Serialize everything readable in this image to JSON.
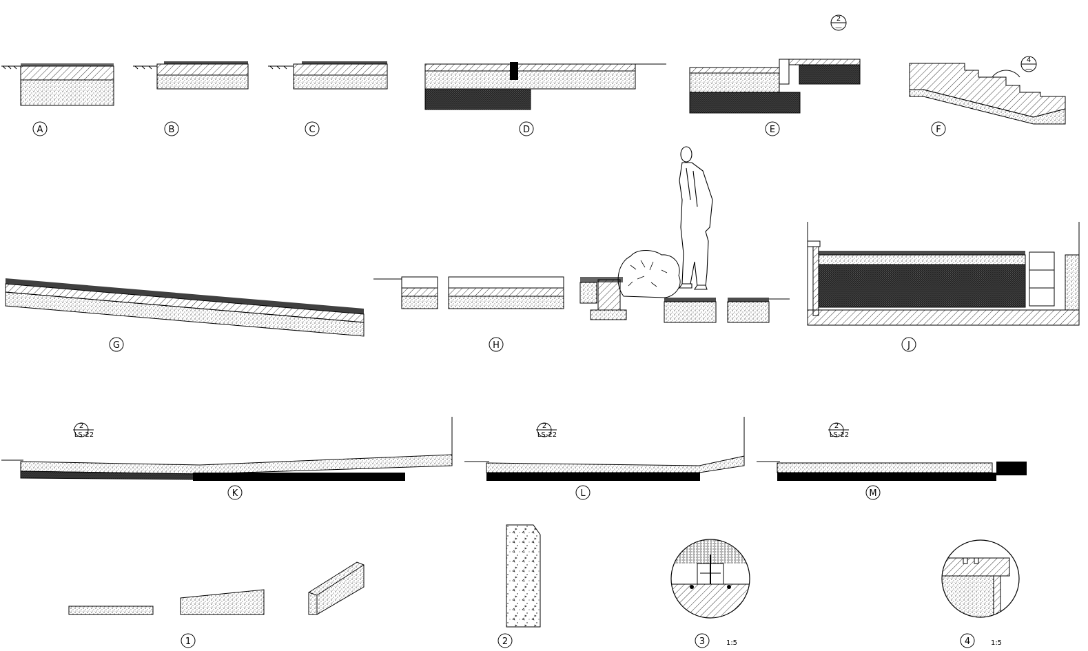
{
  "section_labels": {
    "a": "A",
    "b": "B",
    "c": "C",
    "d": "D",
    "e": "E",
    "f": "F",
    "g": "G",
    "h": "H",
    "j": "J",
    "k": "K",
    "l": "L",
    "m": "M"
  },
  "detail_labels": {
    "d1": "1",
    "d2": "2",
    "d3": "3",
    "d4": "4"
  },
  "scales": {
    "d3": "1:5",
    "d4": "1:5"
  },
  "callouts": {
    "top_e": {
      "num": "2",
      "sheet": "—"
    },
    "top_f": {
      "num": "4",
      "sheet": "—"
    },
    "k": {
      "num": "2",
      "sheet": "LS-22"
    },
    "l": {
      "num": "2",
      "sheet": "LS-22"
    },
    "m": {
      "num": "2",
      "sheet": "LS-22"
    }
  },
  "colors": {
    "ink": "#000000",
    "paper": "#ffffff"
  },
  "icons": [
    "person-figure-icon",
    "shrub-icon",
    "ground-hatch-icon"
  ]
}
